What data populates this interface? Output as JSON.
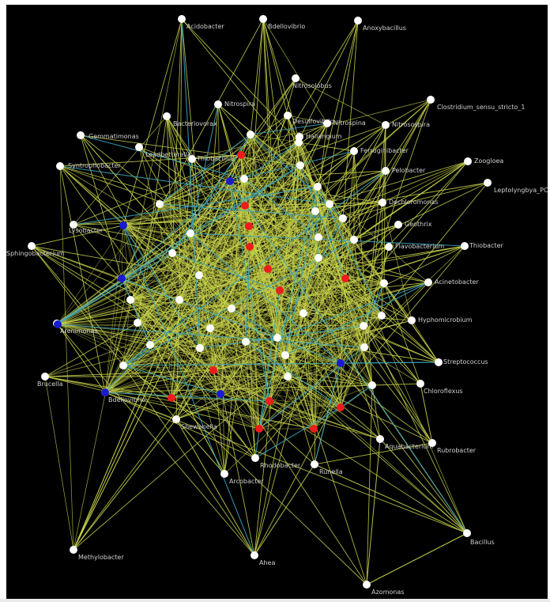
{
  "colors": {
    "background": "#000000",
    "edge_primary": "#c8d24a",
    "edge_secondary": "#3aa6c0",
    "node_default": "#ffffff",
    "node_red": "#ee1c1c",
    "node_blue": "#1a1ad0",
    "label": "#cfcfcf"
  },
  "network": {
    "labels": {
      "n1": "Acidobacter",
      "n2": "Bdellovibrio",
      "n3": "Anoxybacillus",
      "n4": "Nitrosolobus",
      "n5": "Clostridium_sensu_stricto_1",
      "n6": "Bacteriovorax",
      "n7": "Nitrosospira",
      "n8": "Gemmatimonas",
      "n9": "Syntrophobacter",
      "n10": "Leptolyngbya_PCC",
      "n11": "Zoogloea",
      "n12": "Lysobacter",
      "n13": "Sphingobacterium",
      "n14": "Thiobacter",
      "n15": "Acinetobacter",
      "n16": "Arenimonas",
      "n17": "Brucella",
      "n18": "Bdellovibrio",
      "n19": "Streptococcus",
      "n20": "Chloroflexus",
      "n21": "Shewanella",
      "n22": "Aquabacterium",
      "n23": "Rubrobacter",
      "n24": "Arcobacter",
      "n25": "Runella",
      "n26": "Methylobacter",
      "n27": "Ahea",
      "n28": "Bacillus",
      "n29": "Azomonas",
      "n30": "Leadbetterella",
      "n31": "Thiobacillus",
      "n32": "Nitrospira",
      "n33": "Desulfovibrio",
      "n34": "Haliangium",
      "n35": "Ferruginibacter",
      "n36": "Pelobacter",
      "n37": "Dechloromonas",
      "n38": "Geothrix",
      "n39": "Flavobacterium",
      "n40": "Hyphomicrobium",
      "n41": "Rhodobacter",
      "n42": "Nitrospina"
    }
  }
}
